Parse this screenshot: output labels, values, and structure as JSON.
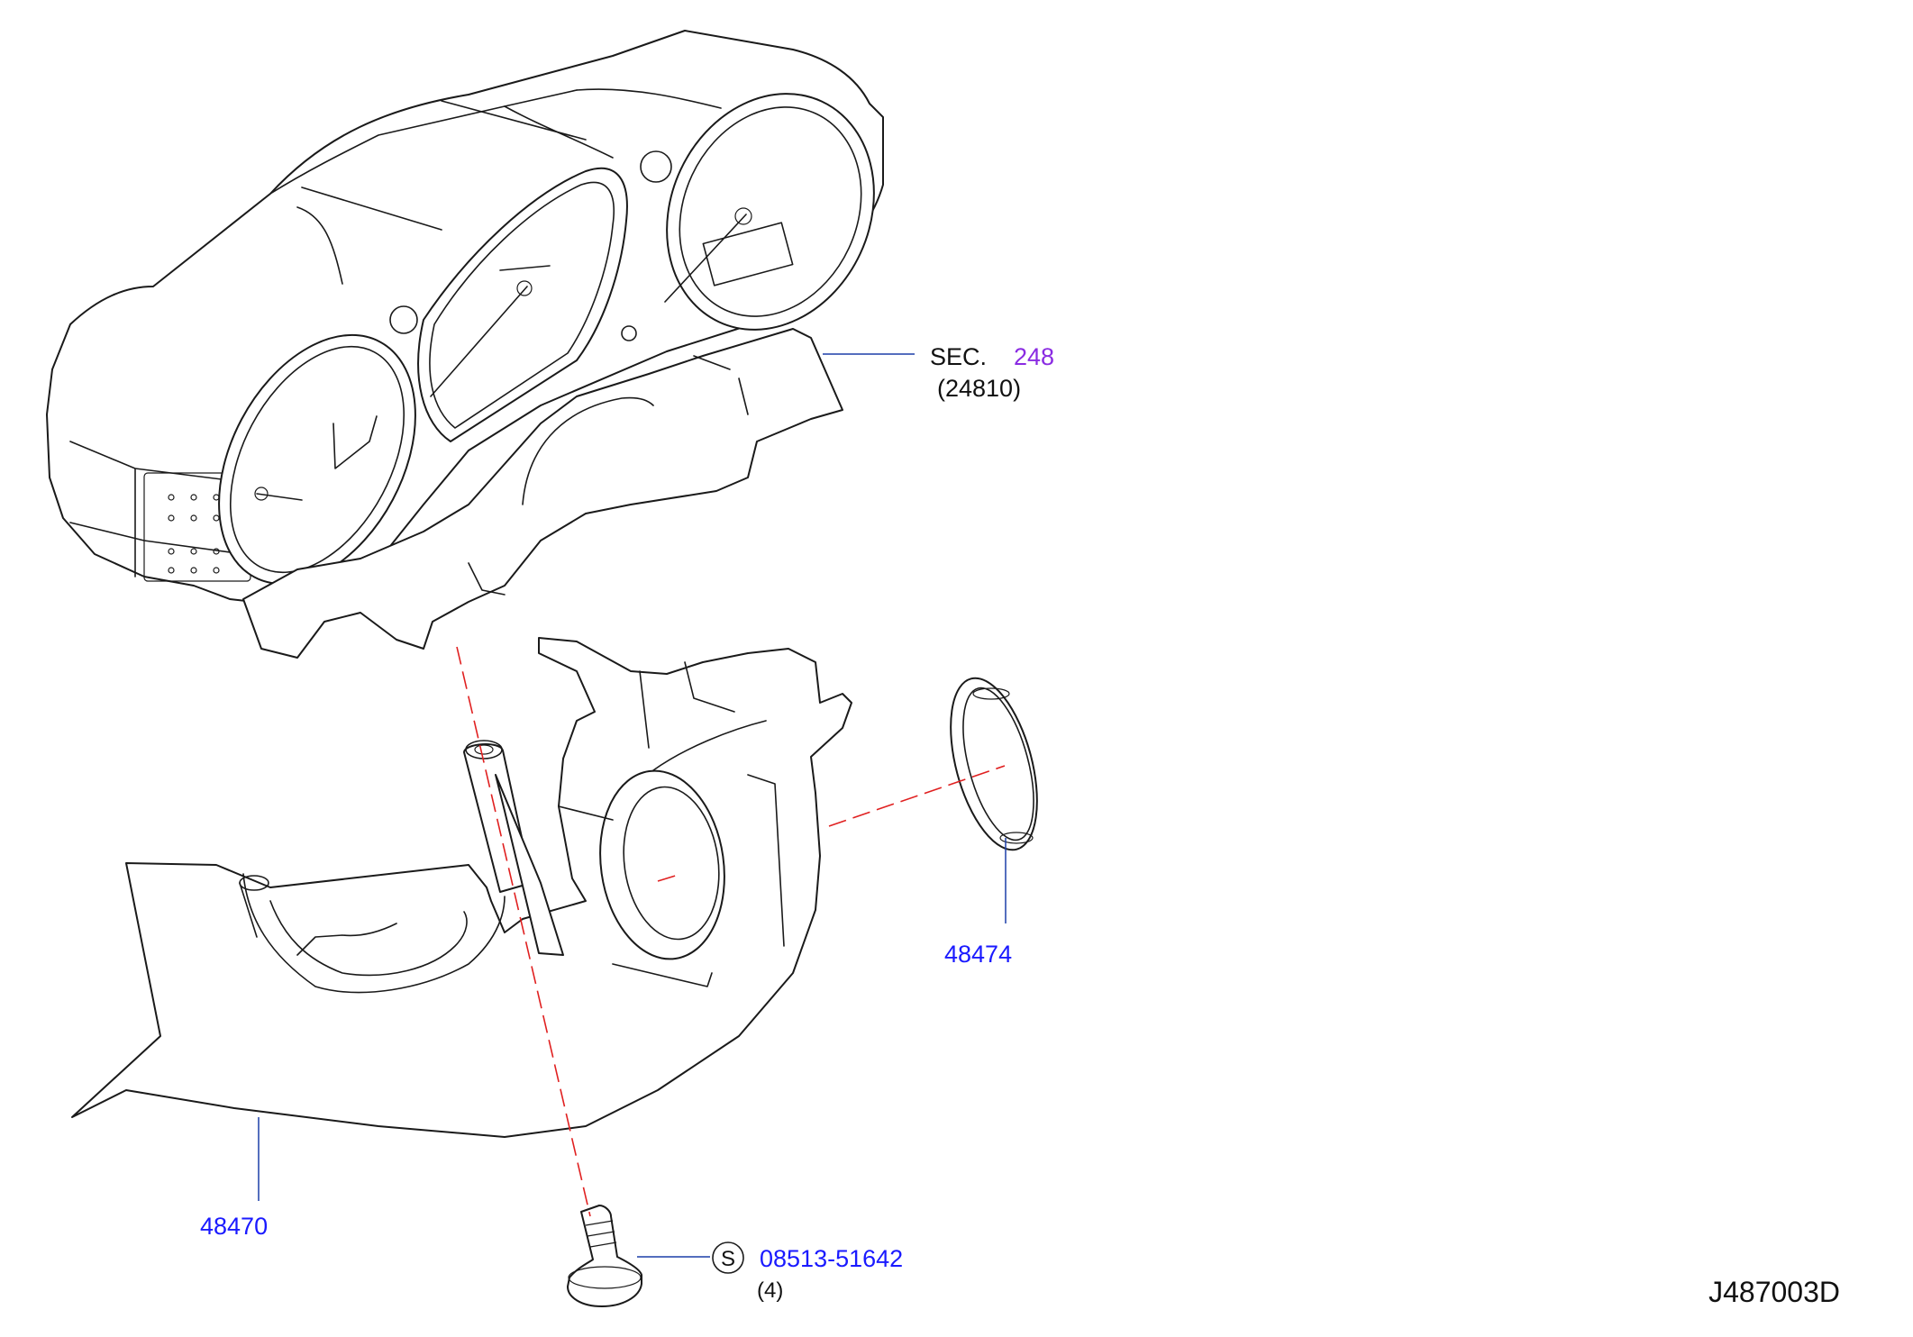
{
  "colors": {
    "line": "#1a1a1a",
    "leader": "#1c3fa8",
    "centerline": "#e02020",
    "part_number": "#1a1aff",
    "section_ref": "#8a2be2",
    "text": "#111111"
  },
  "callouts": {
    "sec_prefix": "SEC.",
    "sec_number": "248",
    "sec_sub": "(24810)",
    "ring": "48474",
    "housing": "48470",
    "screw_symbol": "S",
    "screw": "08513-51642",
    "screw_qty": "(4)"
  },
  "diagram_id": "J487003D"
}
